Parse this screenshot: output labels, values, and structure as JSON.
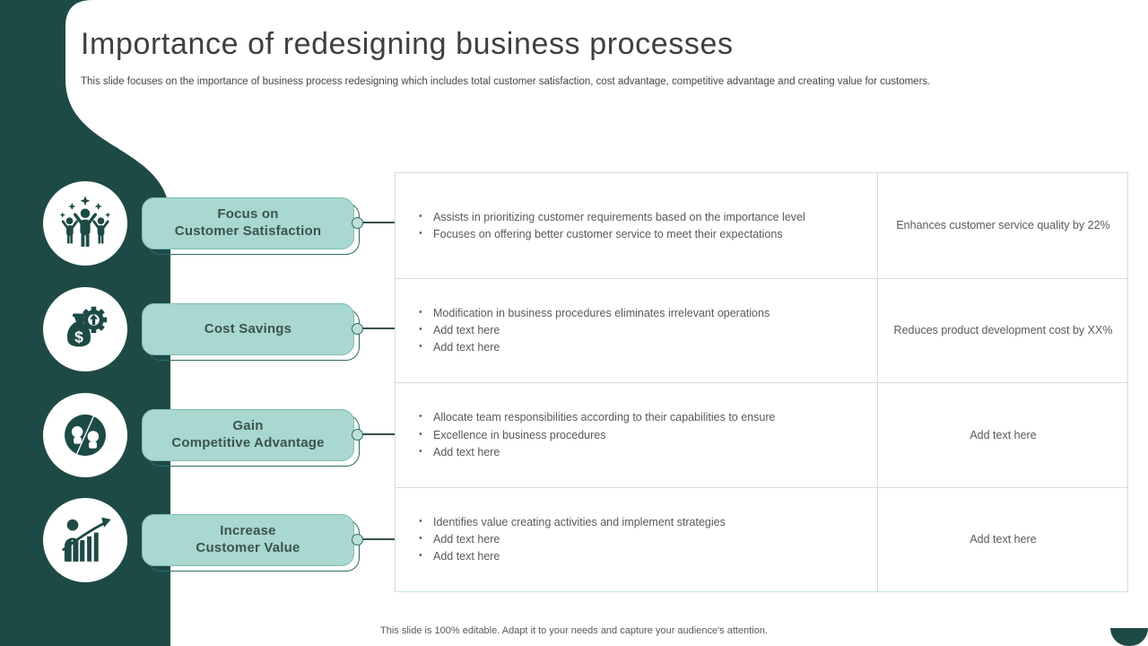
{
  "slide": {
    "title": "Importance of redesigning business processes",
    "subtitle": "This slide focuses on the importance of business process redesigning which includes total customer satisfaction, cost advantage, competitive advantage and creating value for customers.",
    "footer": "This slide is 100% editable. Adapt it to your needs and capture your audience's attention."
  },
  "colors": {
    "dark_teal": "#1E4A46",
    "pill_fill": "#A9D8D0",
    "pill_outline": "#2D6B63",
    "connector_node_fill": "#BCE0D9",
    "title_text": "#3F3F3F",
    "body_text": "#595959",
    "table_border": "#D9D9D9"
  },
  "rows": [
    {
      "icon": "customer-satisfaction-icon",
      "label": "Focus on\nCustomer Satisfaction",
      "bullets": [
        "Assists in prioritizing customer requirements based on the importance level",
        "Focuses on offering better customer service to meet their expectations"
      ],
      "outcome": "Enhances customer service quality by 22%"
    },
    {
      "icon": "cost-savings-icon",
      "label": "Cost Savings",
      "bullets": [
        "Modification in business procedures eliminates irrelevant operations",
        "Add text here",
        "Add text here"
      ],
      "outcome": "Reduces product development cost by XX%"
    },
    {
      "icon": "competitive-advantage-icon",
      "label": "Gain\nCompetitive Advantage",
      "bullets": [
        "Allocate team responsibilities according to their capabilities to ensure",
        "Excellence in business procedures",
        "Add text here"
      ],
      "outcome": "Add text here"
    },
    {
      "icon": "customer-value-icon",
      "label": "Increase\nCustomer Value",
      "bullets": [
        "Identifies value creating activities and implement strategies",
        "Add text here",
        "Add text here"
      ],
      "outcome": "Add text here"
    }
  ]
}
